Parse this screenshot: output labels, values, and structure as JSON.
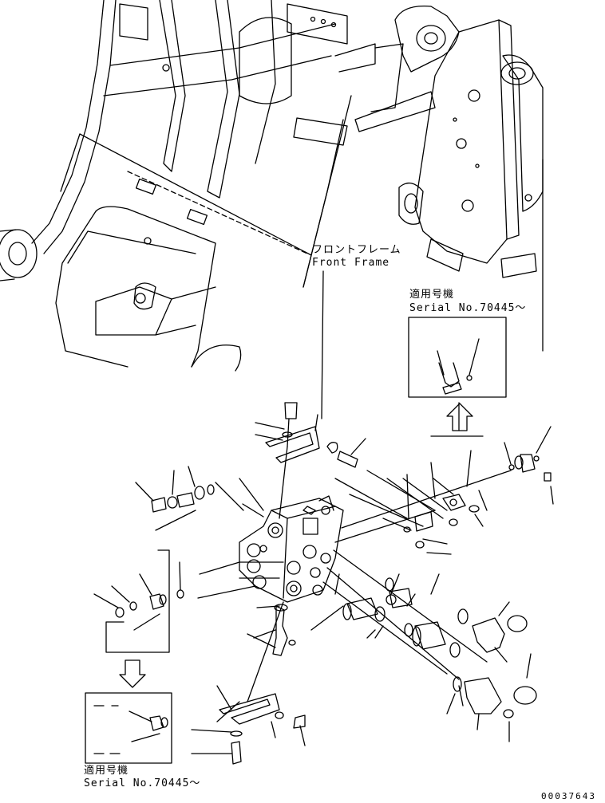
{
  "labels": {
    "front_frame_jp": "フロントフレーム",
    "front_frame_en": "Front Frame",
    "applicable_jp": "適用号機",
    "serial_range": "Serial No.70445～"
  },
  "document_number": "00037643",
  "colors": {
    "ink": "#000000",
    "paper": "#ffffff"
  }
}
